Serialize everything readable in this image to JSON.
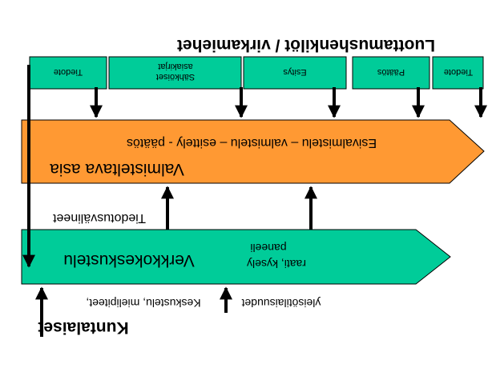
{
  "diagram": {
    "title": "Luottamushenkilöt / virkamiehet",
    "top_boxes": [
      {
        "label": "Tiedote"
      },
      {
        "label_line1": "Sähköiset",
        "label_line2": "asiakirjat"
      },
      {
        "label": "Esitys"
      },
      {
        "label": "Päätös"
      },
      {
        "label": "Tiedote"
      }
    ],
    "process_band": {
      "stages": "Esivalmistelu – valmistelu     –     esittely   -   päätös",
      "name": "Valmisteltava asia"
    },
    "info_label": "Tiedotusvälineet",
    "participation_band": {
      "name": "Verkkokeskustelu",
      "tools_line1": "paneeli",
      "tools_line2": "raati, kysely"
    },
    "bottom_notes": {
      "left": "Keskustelu, mielipiteet,",
      "right": "yleisötilaisuudet"
    },
    "bottom_title": "Kuntalaiset",
    "colors": {
      "teal": "#00cc99",
      "orange": "#ff9933",
      "stroke": "#000000"
    }
  }
}
